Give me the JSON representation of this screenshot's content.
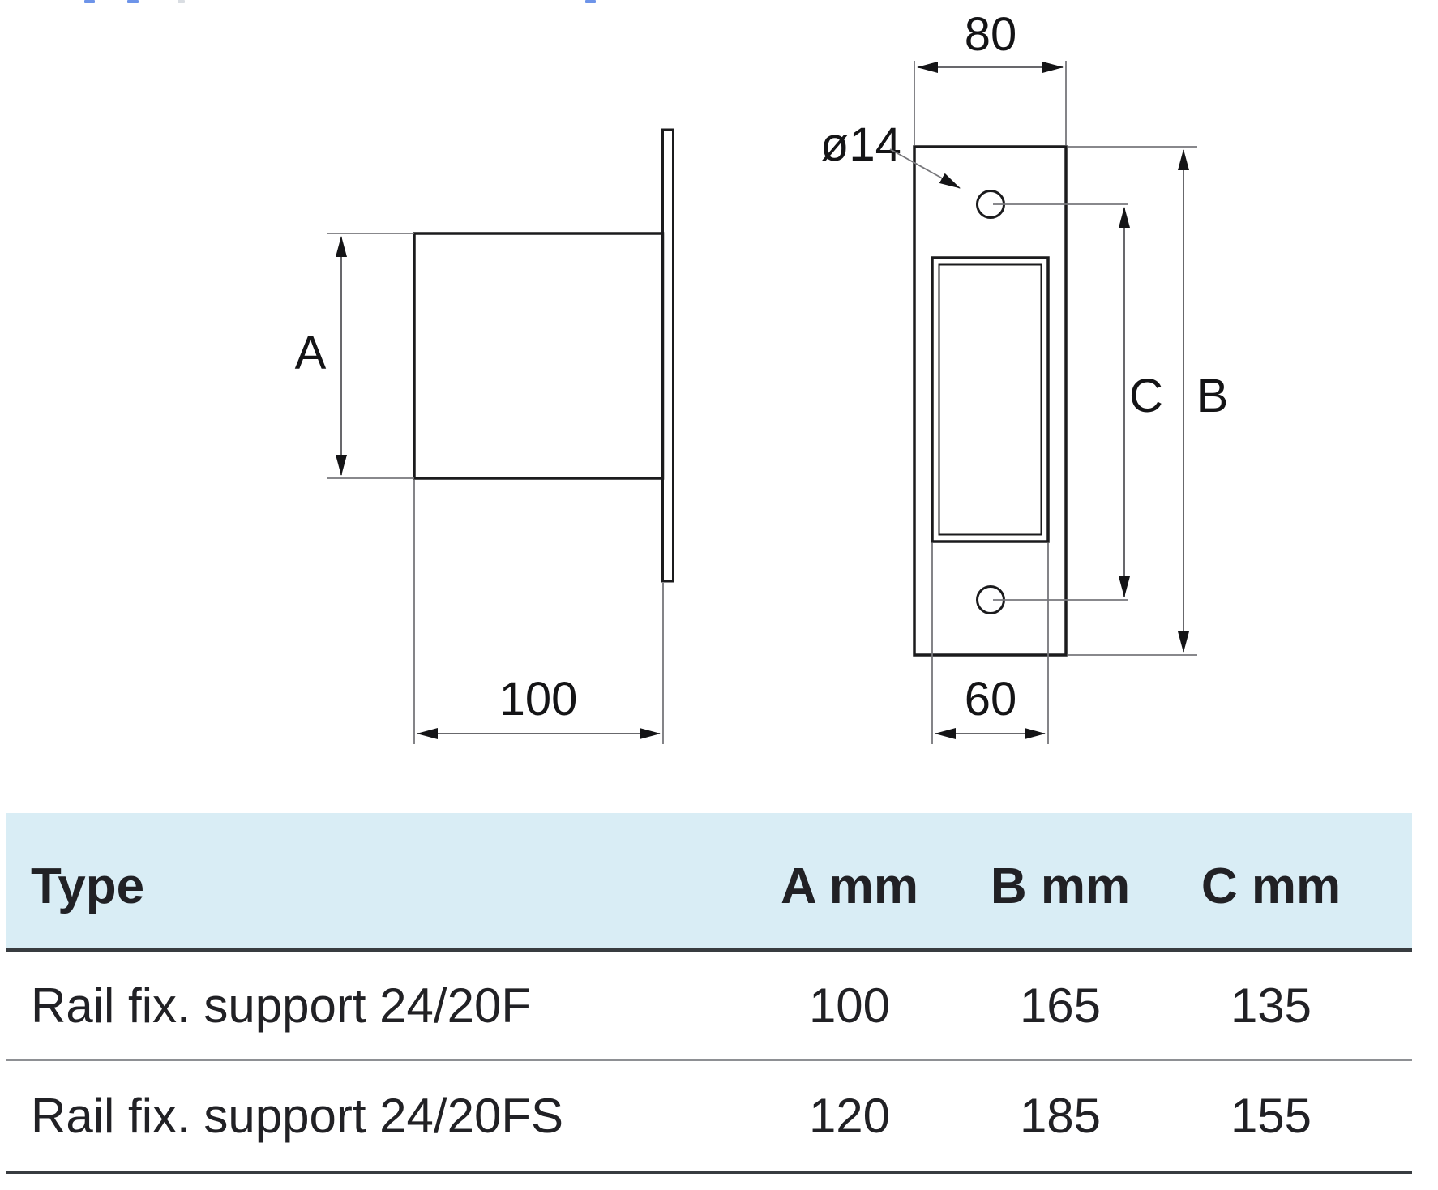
{
  "decor": {
    "top_fragment_color": "#6d94e9"
  },
  "drawing": {
    "line_color": "#1b1b1d",
    "dimension_line_color": "#77777b",
    "side_view": {
      "height_label": "A",
      "depth_label": "100"
    },
    "front_view": {
      "width_label": "80",
      "hole_diameter_label": "ø14",
      "hole_spacing_label": "C",
      "height_label": "B",
      "inner_width_label": "60"
    }
  },
  "table": {
    "header_bg": "#d9edf5",
    "headers": {
      "type": "Type",
      "a": "A mm",
      "b": "B mm",
      "c": "C mm"
    },
    "rows": [
      {
        "type": "Rail fix. support 24/20F",
        "a_mm": "100",
        "b_mm": "165",
        "c_mm": "135"
      },
      {
        "type": "Rail fix. support 24/20FS",
        "a_mm": "120",
        "b_mm": "185",
        "c_mm": "155"
      }
    ]
  }
}
